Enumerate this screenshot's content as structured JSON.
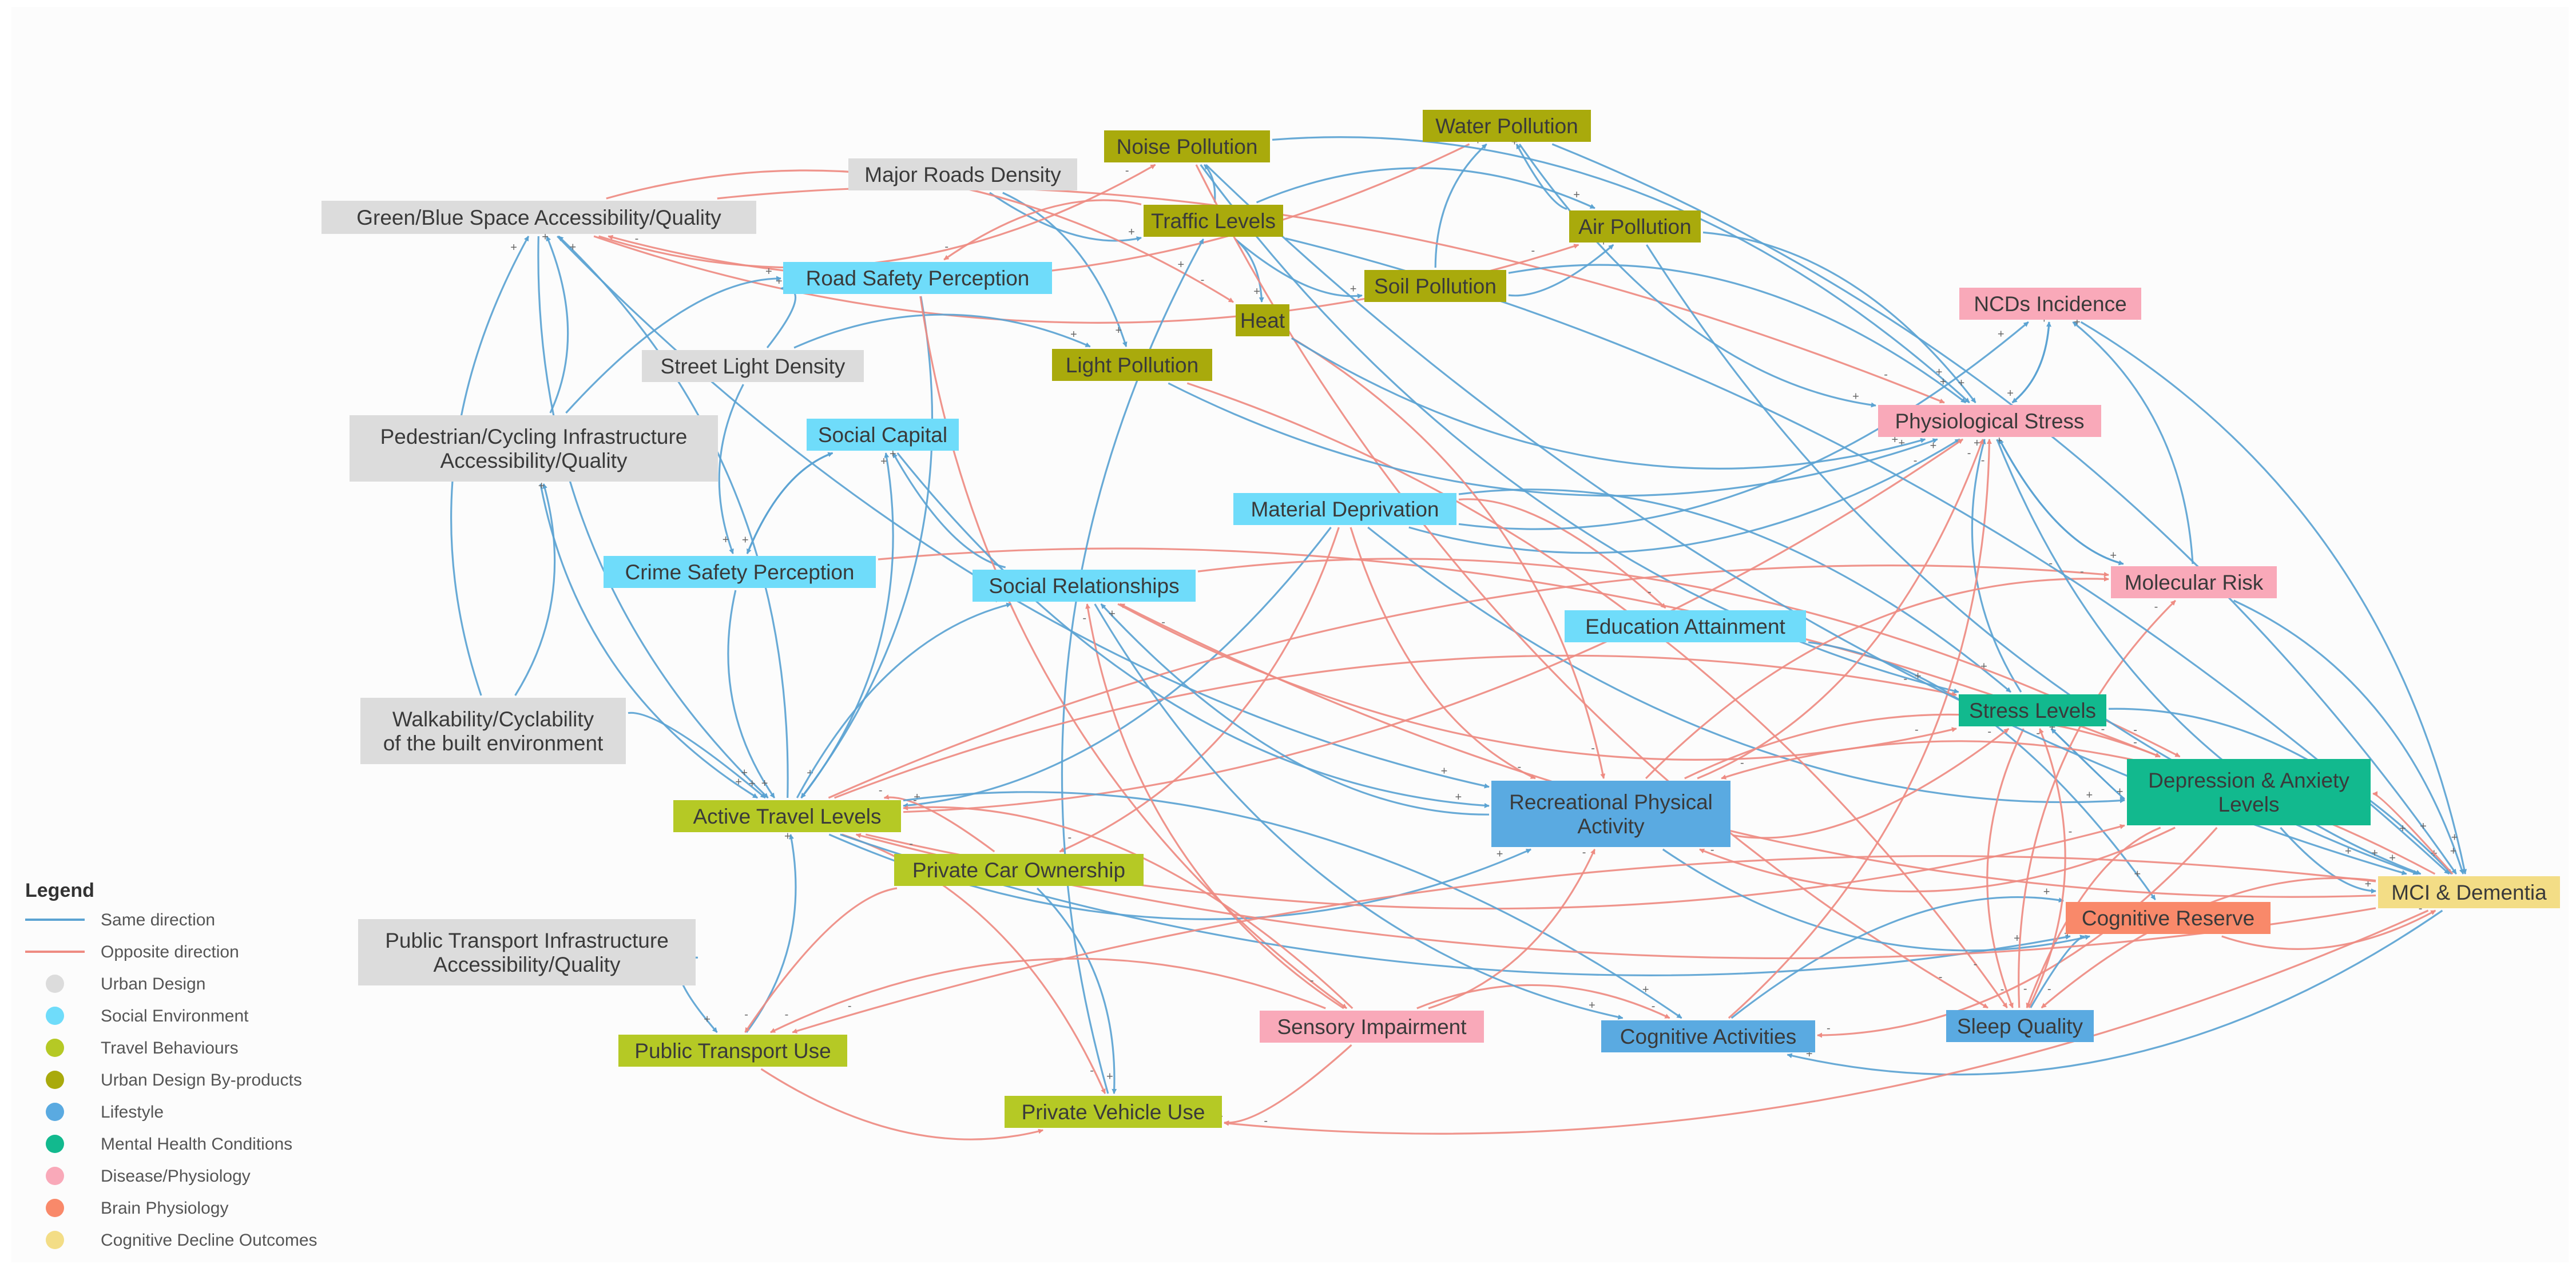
{
  "colors": {
    "same": "#5ba3d2",
    "opposite": "#ee8b82",
    "background": "#fcfcfc"
  },
  "categories": {
    "urban_design": {
      "label": "Urban Design",
      "color": "#dcdcdc"
    },
    "social_environment": {
      "label": "Social Environment",
      "color": "#6fdcfa"
    },
    "travel_behaviours": {
      "label": "Travel Behaviours",
      "color": "#b5c925"
    },
    "urban_byproducts": {
      "label": "Urban Design By-products",
      "color": "#a9aa0c"
    },
    "lifestyle": {
      "label": "Lifestyle",
      "color": "#5aaae1"
    },
    "mental_health": {
      "label": "Mental Health Conditions",
      "color": "#12b98e"
    },
    "disease_physiology": {
      "label": "Disease/Physiology",
      "color": "#f9a9b9"
    },
    "brain_physiology": {
      "label": "Brain Physiology",
      "color": "#f9896a"
    },
    "cognitive_outcomes": {
      "label": "Cognitive Decline Outcomes",
      "color": "#f3dd86"
    }
  },
  "nodes": {
    "green_blue": {
      "lines": [
        "Green/Blue Space Accessibility/Quality"
      ],
      "cat": "urban_design"
    },
    "major_roads": {
      "lines": [
        "Major Roads Density"
      ],
      "cat": "urban_design"
    },
    "street_light": {
      "lines": [
        "Street Light Density"
      ],
      "cat": "urban_design"
    },
    "ped_cycle": {
      "lines": [
        "Pedestrian/Cycling Infrastructure",
        "Accessibility/Quality"
      ],
      "cat": "urban_design"
    },
    "walkability": {
      "lines": [
        "Walkability/Cyclability",
        "of the built environment"
      ],
      "cat": "urban_design"
    },
    "public_transport_infra": {
      "lines": [
        "Public Transport Infrastructure",
        "Accessibility/Quality"
      ],
      "cat": "urban_design"
    },
    "noise": {
      "lines": [
        "Noise Pollution"
      ],
      "cat": "urban_byproducts"
    },
    "traffic": {
      "lines": [
        "Traffic Levels"
      ],
      "cat": "urban_byproducts"
    },
    "water": {
      "lines": [
        "Water Pollution"
      ],
      "cat": "urban_byproducts"
    },
    "air": {
      "lines": [
        "Air Pollution"
      ],
      "cat": "urban_byproducts"
    },
    "soil": {
      "lines": [
        "Soil Pollution"
      ],
      "cat": "urban_byproducts"
    },
    "heat": {
      "lines": [
        "Heat"
      ],
      "cat": "urban_byproducts"
    },
    "light": {
      "lines": [
        "Light Pollution"
      ],
      "cat": "urban_byproducts"
    },
    "road_safety": {
      "lines": [
        "Road Safety Perception"
      ],
      "cat": "social_environment"
    },
    "social_capital": {
      "lines": [
        "Social Capital"
      ],
      "cat": "social_environment"
    },
    "crime_safety": {
      "lines": [
        "Crime Safety Perception"
      ],
      "cat": "social_environment"
    },
    "social_rel": {
      "lines": [
        "Social Relationships"
      ],
      "cat": "social_environment"
    },
    "material_dep": {
      "lines": [
        "Material Deprivation"
      ],
      "cat": "social_environment"
    },
    "education": {
      "lines": [
        "Education Attainment"
      ],
      "cat": "social_environment"
    },
    "active_travel": {
      "lines": [
        "Active Travel Levels"
      ],
      "cat": "travel_behaviours"
    },
    "car_ownership": {
      "lines": [
        "Private Car Ownership"
      ],
      "cat": "travel_behaviours"
    },
    "public_transport_use": {
      "lines": [
        "Public Transport Use"
      ],
      "cat": "travel_behaviours"
    },
    "private_vehicle": {
      "lines": [
        "Private Vehicle Use"
      ],
      "cat": "travel_behaviours"
    },
    "recreational": {
      "lines": [
        "Recreational Physical",
        "Activity"
      ],
      "cat": "lifestyle"
    },
    "cognitive_act": {
      "lines": [
        "Cognitive Activities"
      ],
      "cat": "lifestyle"
    },
    "sleep": {
      "lines": [
        "Sleep Quality"
      ],
      "cat": "lifestyle"
    },
    "sensory": {
      "lines": [
        "Sensory Impairment"
      ],
      "cat": "disease_physiology"
    },
    "ncds": {
      "lines": [
        "NCDs Incidence"
      ],
      "cat": "disease_physiology"
    },
    "physio_stress": {
      "lines": [
        "Physiological Stress"
      ],
      "cat": "disease_physiology"
    },
    "molecular": {
      "lines": [
        "Molecular Risk"
      ],
      "cat": "disease_physiology"
    },
    "stress": {
      "lines": [
        "Stress Levels"
      ],
      "cat": "mental_health"
    },
    "depression": {
      "lines": [
        "Depression & Anxiety",
        "Levels"
      ],
      "cat": "mental_health"
    },
    "cog_reserve": {
      "lines": [
        "Cognitive Reserve"
      ],
      "cat": "brain_physiology"
    },
    "mci": {
      "lines": [
        "MCI & Dementia"
      ],
      "cat": "cognitive_outcomes"
    }
  },
  "edges": [
    [
      "major_roads",
      "traffic",
      "same"
    ],
    [
      "major_roads",
      "light",
      "same"
    ],
    [
      "traffic",
      "noise",
      "same"
    ],
    [
      "traffic",
      "air",
      "same"
    ],
    [
      "traffic",
      "soil",
      "same"
    ],
    [
      "traffic",
      "heat",
      "same"
    ],
    [
      "traffic",
      "road_safety",
      "opposite"
    ],
    [
      "soil",
      "water",
      "same"
    ],
    [
      "soil",
      "air",
      "same"
    ],
    [
      "air",
      "water",
      "same"
    ],
    [
      "green_blue",
      "noise",
      "opposite"
    ],
    [
      "green_blue",
      "heat",
      "opposite"
    ],
    [
      "green_blue",
      "air",
      "opposite"
    ],
    [
      "water",
      "green_blue",
      "opposite"
    ],
    [
      "green_blue",
      "recreational",
      "same"
    ],
    [
      "green_blue",
      "physio_stress",
      "opposite"
    ],
    [
      "green_blue",
      "active_travel",
      "same"
    ],
    [
      "street_light",
      "light",
      "same"
    ],
    [
      "street_light",
      "crime_safety",
      "same"
    ],
    [
      "street_light",
      "road_safety",
      "same"
    ],
    [
      "ped_cycle",
      "green_blue",
      "same"
    ],
    [
      "ped_cycle",
      "road_safety",
      "same"
    ],
    [
      "ped_cycle",
      "active_travel",
      "same"
    ],
    [
      "walkability",
      "green_blue",
      "same"
    ],
    [
      "walkability",
      "ped_cycle",
      "same"
    ],
    [
      "walkability",
      "active_travel",
      "same"
    ],
    [
      "active_travel",
      "green_blue",
      "same"
    ],
    [
      "public_transport_infra",
      "public_transport_use",
      "same"
    ],
    [
      "public_transport_use",
      "active_travel",
      "same"
    ],
    [
      "crime_safety",
      "social_capital",
      "same"
    ],
    [
      "crime_safety",
      "active_travel",
      "same"
    ],
    [
      "crime_safety",
      "depression",
      "opposite"
    ],
    [
      "social_capital",
      "crime_safety",
      "same"
    ],
    [
      "social_rel",
      "social_capital",
      "same"
    ],
    [
      "active_travel",
      "social_capital",
      "same"
    ],
    [
      "road_safety",
      "active_travel",
      "same"
    ],
    [
      "road_safety",
      "sensory",
      "opposite"
    ],
    [
      "material_dep",
      "car_ownership",
      "opposite"
    ],
    [
      "material_dep",
      "recreational",
      "opposite"
    ],
    [
      "material_dep",
      "education",
      "opposite"
    ],
    [
      "material_dep",
      "physio_stress",
      "same"
    ],
    [
      "material_dep",
      "stress",
      "same"
    ],
    [
      "material_dep",
      "depression",
      "same"
    ],
    [
      "material_dep",
      "active_travel",
      "same"
    ],
    [
      "material_dep",
      "ncds",
      "same"
    ],
    [
      "education",
      "cog_reserve",
      "same"
    ],
    [
      "car_ownership",
      "active_travel",
      "opposite"
    ],
    [
      "car_ownership",
      "private_vehicle",
      "same"
    ],
    [
      "car_ownership",
      "public_transport_use",
      "opposite"
    ],
    [
      "private_vehicle",
      "traffic",
      "same"
    ],
    [
      "public_transport_use",
      "private_vehicle",
      "opposite"
    ],
    [
      "active_travel",
      "private_vehicle",
      "opposite"
    ],
    [
      "active_travel",
      "recreational",
      "same"
    ],
    [
      "active_travel",
      "social_rel",
      "same"
    ],
    [
      "active_travel",
      "physio_stress",
      "opposite"
    ],
    [
      "active_travel",
      "stress",
      "opposite"
    ],
    [
      "active_travel",
      "depression",
      "opposite"
    ],
    [
      "active_travel",
      "molecular",
      "opposite"
    ],
    [
      "active_travel",
      "cog_reserve",
      "same"
    ],
    [
      "active_travel",
      "cognitive_act",
      "same"
    ],
    [
      "sensory",
      "public_transport_use",
      "opposite"
    ],
    [
      "sensory",
      "private_vehicle",
      "opposite"
    ],
    [
      "sensory",
      "active_travel",
      "opposite"
    ],
    [
      "sensory",
      "social_rel",
      "opposite"
    ],
    [
      "sensory",
      "recreational",
      "opposite"
    ],
    [
      "sensory",
      "cognitive_act",
      "opposite"
    ],
    [
      "noise",
      "sleep",
      "opposite"
    ],
    [
      "noise",
      "physio_stress",
      "same"
    ],
    [
      "noise",
      "stress",
      "same"
    ],
    [
      "light",
      "sleep",
      "opposite"
    ],
    [
      "light",
      "physio_stress",
      "same"
    ],
    [
      "heat",
      "recreational",
      "opposite"
    ],
    [
      "heat",
      "physio_stress",
      "same"
    ],
    [
      "air",
      "physio_stress",
      "same"
    ],
    [
      "water",
      "physio_stress",
      "same"
    ],
    [
      "soil",
      "physio_stress",
      "same"
    ],
    [
      "physio_stress",
      "ncds",
      "same"
    ],
    [
      "ncds",
      "physio_stress",
      "same"
    ],
    [
      "physio_stress",
      "molecular",
      "same"
    ],
    [
      "molecular",
      "physio_stress",
      "same"
    ],
    [
      "molecular",
      "ncds",
      "same"
    ],
    [
      "stress",
      "physio_stress",
      "same"
    ],
    [
      "stress",
      "depression",
      "same"
    ],
    [
      "depression",
      "stress",
      "same"
    ],
    [
      "stress",
      "sleep",
      "opposite"
    ],
    [
      "depression",
      "recreational",
      "opposite"
    ],
    [
      "depression",
      "sleep",
      "opposite"
    ],
    [
      "depression",
      "cognitive_act",
      "opposite"
    ],
    [
      "recreational",
      "physio_stress",
      "opposite"
    ],
    [
      "recreational",
      "molecular",
      "opposite"
    ],
    [
      "recreational",
      "stress",
      "opposite"
    ],
    [
      "recreational",
      "depression",
      "opposite"
    ],
    [
      "recreational",
      "cog_reserve",
      "same"
    ],
    [
      "recreational",
      "social_rel",
      "same"
    ],
    [
      "social_rel",
      "stress",
      "opposite"
    ],
    [
      "social_rel",
      "depression",
      "opposite"
    ],
    [
      "social_rel",
      "cognitive_act",
      "same"
    ],
    [
      "cognitive_act",
      "cog_reserve",
      "same"
    ],
    [
      "cognitive_act",
      "physio_stress",
      "opposite"
    ],
    [
      "sleep",
      "cog_reserve",
      "same"
    ],
    [
      "sleep",
      "stress",
      "opposite"
    ],
    [
      "sleep",
      "molecular",
      "opposite"
    ],
    [
      "cog_reserve",
      "mci",
      "opposite"
    ],
    [
      "ncds",
      "mci",
      "same"
    ],
    [
      "physio_stress",
      "mci",
      "same"
    ],
    [
      "molecular",
      "mci",
      "same"
    ],
    [
      "depression",
      "mci",
      "same"
    ],
    [
      "stress",
      "mci",
      "same"
    ],
    [
      "mci",
      "sleep",
      "opposite"
    ],
    [
      "mci",
      "cognitive_act",
      "same"
    ],
    [
      "mci",
      "recreational",
      "opposite"
    ],
    [
      "mci",
      "active_travel",
      "opposite"
    ],
    [
      "mci",
      "public_transport_use",
      "opposite"
    ],
    [
      "mci",
      "private_vehicle",
      "opposite"
    ],
    [
      "mci",
      "depression",
      "opposite"
    ],
    [
      "mci",
      "social_rel",
      "opposite"
    ],
    [
      "noise",
      "mci",
      "same"
    ],
    [
      "water",
      "mci",
      "same"
    ],
    [
      "air",
      "mci",
      "same"
    ],
    [
      "traffic",
      "mci",
      "same"
    ],
    [
      "social_capital",
      "recreational",
      "same"
    ]
  ],
  "legend": {
    "title": "Legend",
    "same_label": "Same direction",
    "opposite_label": "Opposite direction",
    "category_order": [
      "urban_design",
      "social_environment",
      "travel_behaviours",
      "urban_byproducts",
      "lifestyle",
      "mental_health",
      "disease_physiology",
      "brain_physiology",
      "cognitive_outcomes"
    ]
  }
}
